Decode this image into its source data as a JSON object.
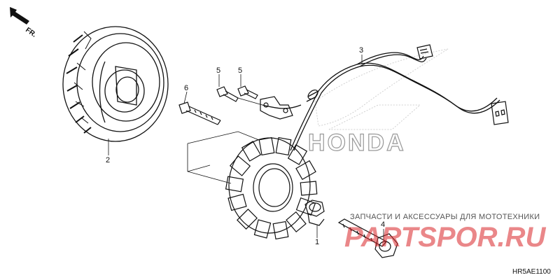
{
  "direction_label": "FR.",
  "callouts": {
    "p1": "1",
    "p2": "2",
    "p3": "3",
    "p4": "4",
    "p5a": "5",
    "p5b": "5",
    "p6": "6"
  },
  "brand_watermark": "HONDA",
  "shop_watermark": {
    "tagline": "ЗАПЧАСТИ И АКСЕССУАРЫ ДЛЯ МОТОТЕХНИКИ",
    "logo": "PARTSPOR.RU"
  },
  "diagram_code": "HR5AE1100",
  "colors": {
    "line": "#111111",
    "watermark_red": "#d9262a",
    "watermark_gray": "#999999"
  }
}
